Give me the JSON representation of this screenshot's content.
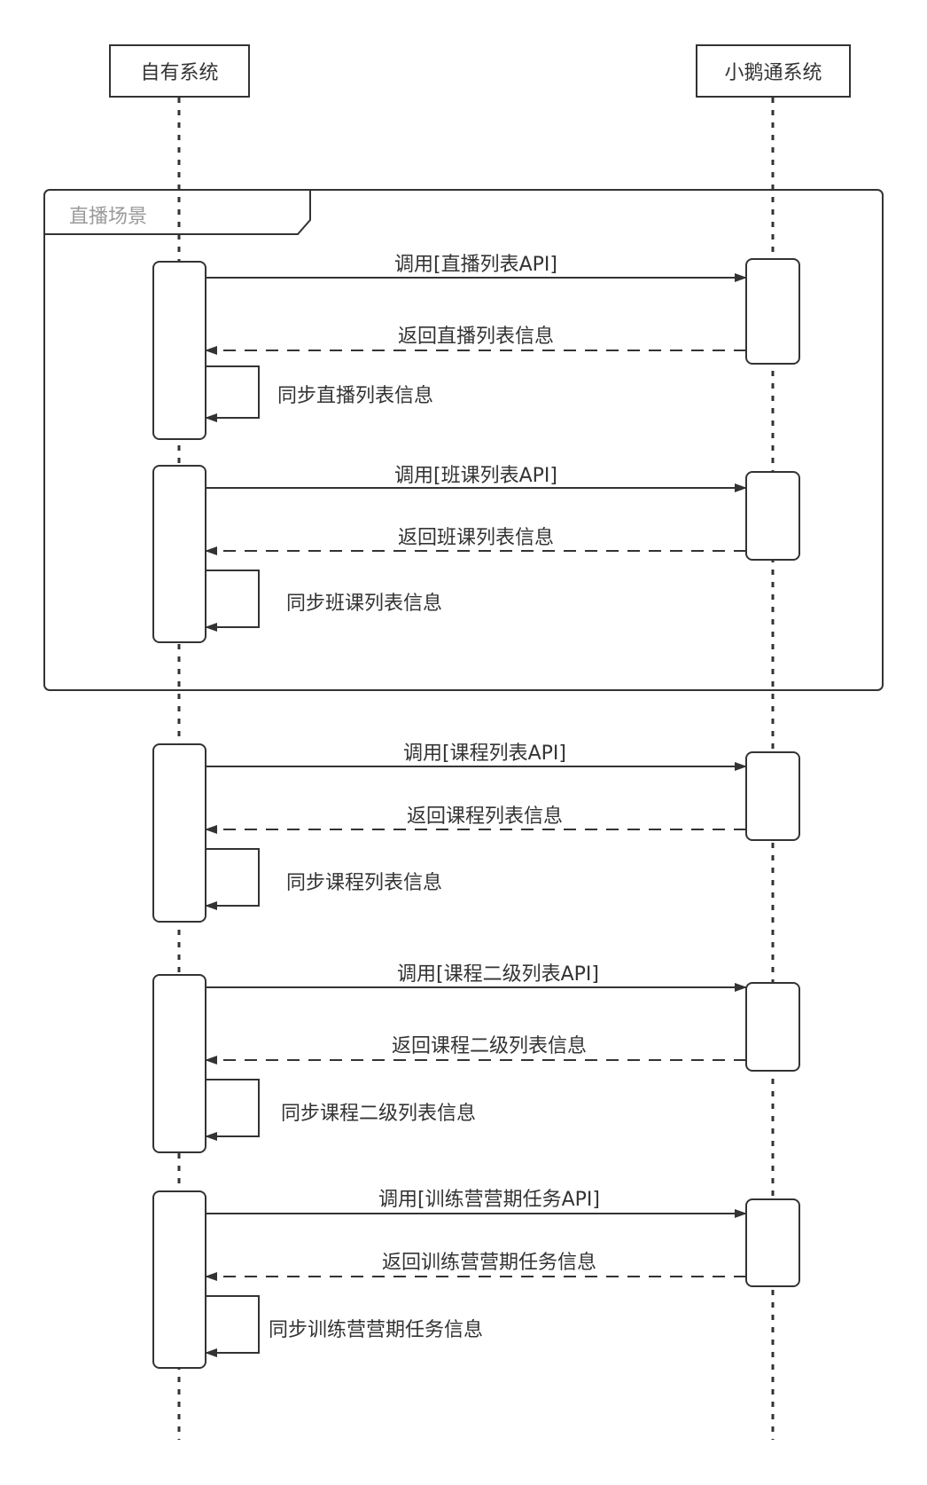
{
  "participants": [
    {
      "name": "自有系统"
    },
    {
      "name": "小鹅通系统"
    }
  ],
  "frame": {
    "label": "直播场景",
    "covers_groups": [
      0,
      1
    ]
  },
  "groups": [
    {
      "call": "调用[直播列表API]",
      "return": "返回直播列表信息",
      "self": "同步直播列表信息"
    },
    {
      "call": "调用[班课列表API]",
      "return": "返回班课列表信息",
      "self": "同步班课列表信息"
    },
    {
      "call": "调用[课程列表API]",
      "return": "返回课程列表信息",
      "self": "同步课程列表信息"
    },
    {
      "call": "调用[课程二级列表API]",
      "return": "返回课程二级列表信息",
      "self": "同步课程二级列表信息"
    },
    {
      "call": "调用[训练营营期任务API]",
      "return": "返回训练营营期任务信息",
      "self": "同步训练营营期任务信息"
    }
  ],
  "colors": {
    "line": "#333333",
    "frame_label": "#9a9a9a",
    "background": "#ffffff"
  }
}
